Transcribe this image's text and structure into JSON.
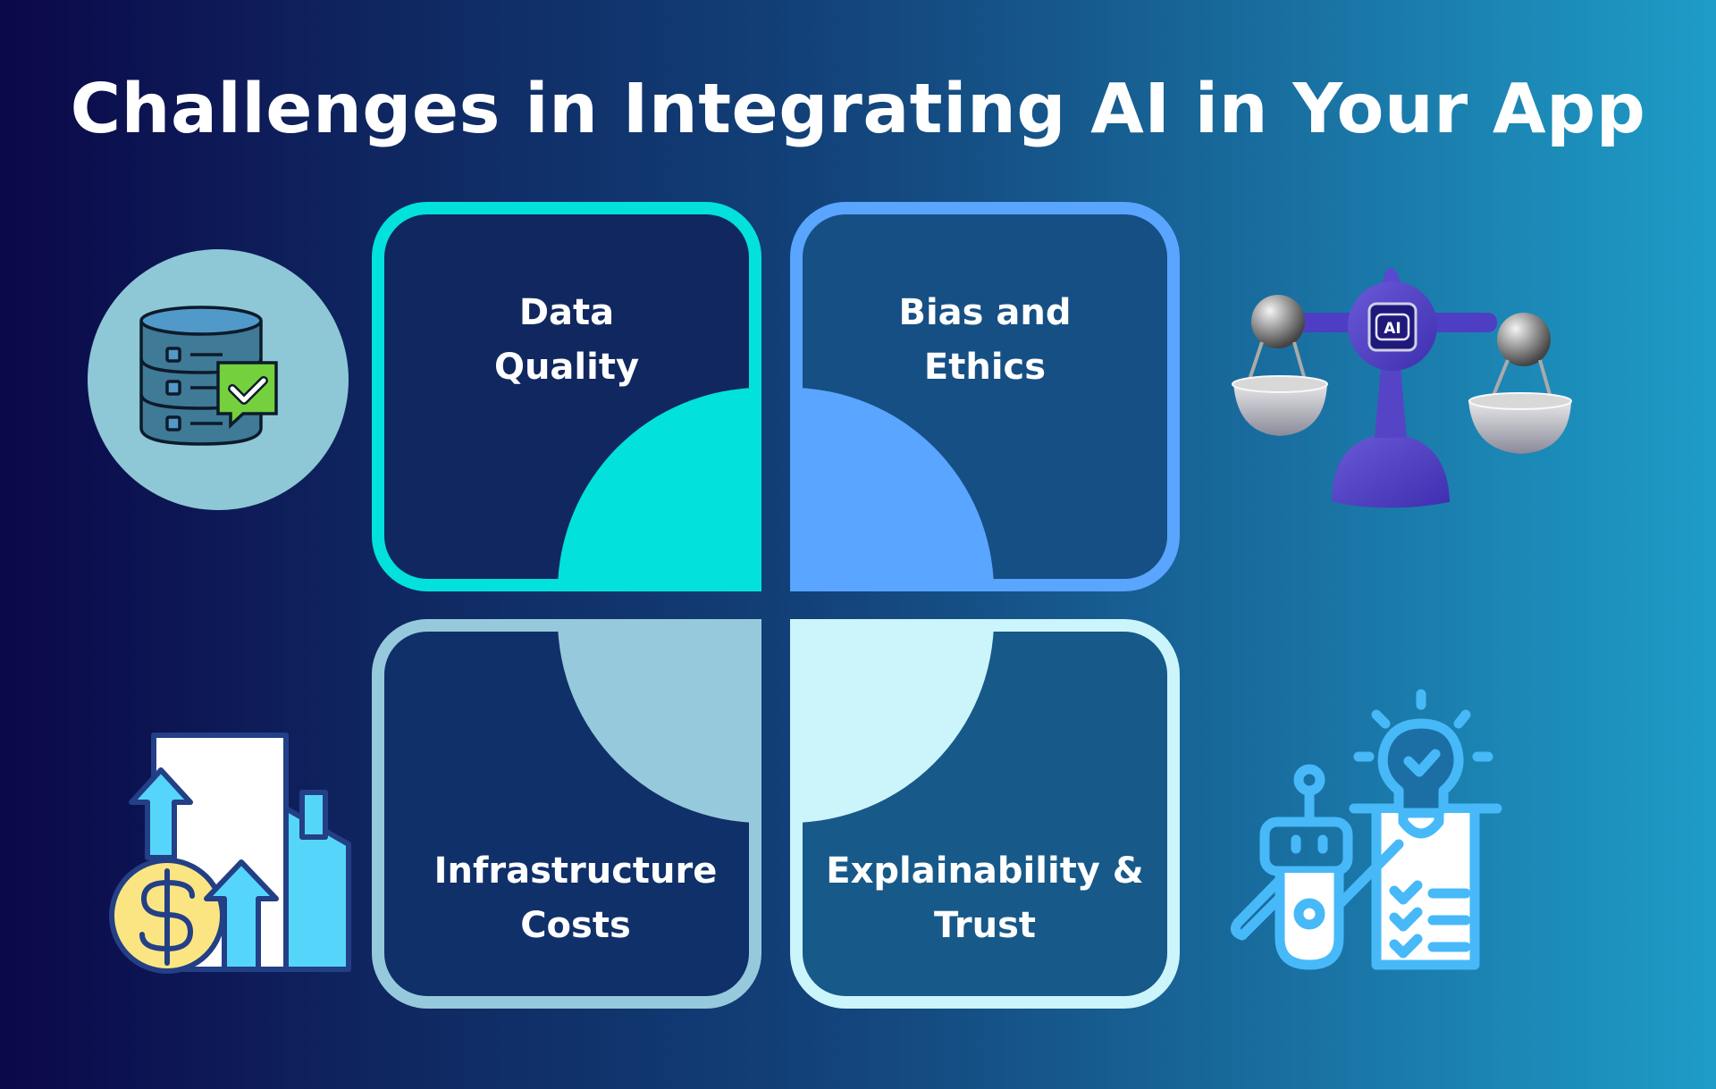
{
  "title": "Challenges in Integrating AI in Your App",
  "colors": {
    "background_left": "#0b0849",
    "background_mid": "#123e76",
    "background_right": "#1e9cc7",
    "data_quality": "#02e1dc",
    "bias_ethics": "#59a5ff",
    "infrastructure_costs": "#97c9dc",
    "explainability_trust": "#cbf5fb",
    "text": "#ffffff"
  },
  "cards": [
    {
      "id": "data-quality",
      "position": "top-left",
      "line1": "Data",
      "line2": "Quality"
    },
    {
      "id": "bias-ethics",
      "position": "top-right",
      "line1": "Bias and",
      "line2": "Ethics"
    },
    {
      "id": "infrastructure-costs",
      "position": "bottom-left",
      "line1": "Infrastructure",
      "line2": "Costs"
    },
    {
      "id": "explainability-trust",
      "position": "bottom-right",
      "line1": "Explainability &",
      "line2": "Trust"
    }
  ],
  "icons": {
    "top_left": "database-check-icon",
    "top_right": "ai-balance-scale-icon",
    "bottom_left": "cost-growth-icon",
    "bottom_right": "robot-checklist-lightbulb-icon",
    "ai_chip_label": "AI"
  }
}
